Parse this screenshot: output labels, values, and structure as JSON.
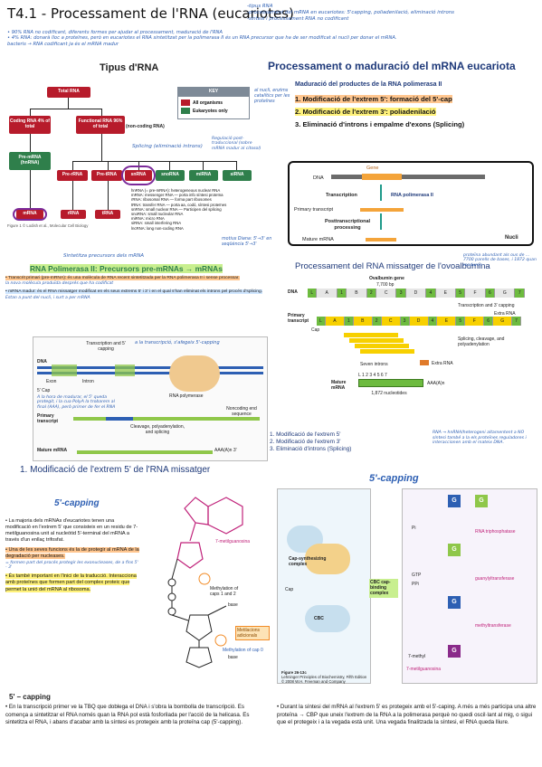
{
  "header": {
    "title": "T4.1 - Processament de l'RNA (eucariotes)",
    "notes": [
      "-tipus RNA",
      "-processament del mRNA en eucariotes: 5'capping, poliadenilació, eliminació introns",
      "-síntesi i processament RNA no codificant"
    ],
    "intro1": "• 90% RNA no codificant, diferents formes per ajudar al processament, maduració de l'RNA",
    "intro2": "• 4% RNA: donarà lloc a proteïnes, però en eucariotes el RNA sintetitzat per la polimerasa II és un RNA precursor que ha de ser modificat al nucli per donar el mRNA.",
    "intro3": "bacteris → RNA codificant ja és el mRNA madur"
  },
  "tipus": {
    "heading": "Tipus d'RNA",
    "total": "Total RNA",
    "coding": "Coding RNA 4% of total",
    "functional": "Functional RNA 96% of total",
    "noncoding": "(non-coding RNA)",
    "premrna": "Pre-mRNA (hnRNA)",
    "mrna": "mRNA",
    "prerrna": "Pre-rRNA",
    "pretrna": "Pre-tRNA",
    "snrna": "snRNA",
    "snorna": "snoRNA",
    "mirna": "miRNA",
    "sirna": "siRNA",
    "rrna": "rRNA",
    "trna": "tRNA",
    "key_title": "KEY",
    "key_all": "All organisms",
    "key_euk": "Eukaryotes only",
    "note_splicing": "Splicing (eliminació introns)",
    "note_regulacio": "Regulació post-traduccional (sobre mRNA madur al citosol)",
    "note_nucli": "al nucli, enzims catalítics per les proteïnes",
    "figure_caption": "Figure 1 © Lodish et al., Molecular Cell Biology",
    "glossary": [
      "hnRNA (= pre-mRNA): heterogeneous nuclear RNA",
      "mRNA: messenger RNA — porta info síntesi proteïna",
      "rRNA: ribosomal RNA — forma part ribosomes",
      "tRNA: transfer RNA — porta aa, codó, síntesi proteïnes",
      "snRNA: small nuclear RNA — Participen del splicing",
      "snoRNA: small nucleolar RNA",
      "miRNA: micro RNA",
      "siRNA: small interfering RNA",
      "lncRNA: long non-coding RNA"
    ],
    "note_motius": "motius Diana: 5'→3' en seqüència 5'→3'"
  },
  "processament": {
    "heading": "Processament o maduració del mRNA eucariota",
    "sub": "Maduració del productes de la RNA polimerasa II",
    "step1": "1. Modificació de l'extrem 5': formació del 5'-cap",
    "step2": "2. Modificació de l'extrem 3': poliadenilació",
    "step3": "3. Eliminació d'introns i empalme d'exons (Splicing)",
    "diagram_dna": "DNA",
    "diagram_gene": "Gene",
    "diagram_transcription": "Transcription",
    "diagram_pol": "RNA polimerasa II",
    "diagram_primary": "Primary transcript",
    "diagram_post": "Posttranscriptional processing",
    "diagram_mature": "Mature mRNA",
    "diagram_nuclei": "Nucli"
  },
  "polII": {
    "note": "Sintetitza precursors dels mRNA",
    "heading": "RNA Polimerasa II: Precursors pre-mRNAs → mRNAs",
    "b1": "• Transcrit primari (pre-mRNA): és una molècula de RNA recent sintetitzada per la RNA polimerasa II i sense processar.",
    "b1_hand": "la nova molècula produïda després que ha codificat",
    "b2": "• mRNA madur: és el RNA missatger modificat en els seus extrems 5' i 3' i en el qual s'han eliminat els introns pel procés d'splicing.",
    "b2_hand": "Estan a punt del nucli, i surt a per mRNA",
    "labels": {
      "transcription": "Transcription and 5' capping",
      "dna": "DNA",
      "exon": "Exon",
      "intron": "Intron",
      "cap": "5' Cap",
      "polymerase": "RNA polymerase",
      "primary": "Primary transcript",
      "noncoding": "Noncoding end sequence",
      "cleavage": "Cleavage, polyadenylation, and splicing",
      "mature": "Mature mRNA",
      "aaa": "AAA(A)n 3'",
      "hand_capping": "a la transcripció, s'afegeix 5'-capping",
      "hand_madurar": "A la hora de madurar, el 5' queda protegit, i la cua PolyA la trobarem al final (AAA), però primer de fer el RNA"
    }
  },
  "ovalbumina": {
    "heading": "Processament del RNA missatger de l'ovoalbumina",
    "hand_protein": "proteïna abundant als ous de ... 7700 parells de bases, i 1872 quan maduren",
    "gene_label": "Ovalbumin gene",
    "gene_bp": "7,700 bp",
    "dna": "DNA",
    "primary": "Primary transcript",
    "cap": "Cap",
    "extra_rna": "Extra RNA",
    "tc_label": "Transcription and 3' capping",
    "splice_label": "Splicing, cleavage, and polyadenylation",
    "seven_introns": "Seven introns",
    "mature": "Mature mRNA",
    "nt": "1,872 nucleotides",
    "aaa": "AAA(A)n",
    "exons": [
      "L",
      "1",
      "2",
      "3",
      "4",
      "5",
      "6",
      "7"
    ],
    "introns": [
      "A",
      "B",
      "C",
      "D",
      "E",
      "F",
      "G"
    ],
    "steps": [
      "1. Modificació de l'extrem 5'",
      "2. Modificació de l'extrem 3'",
      "3. Eliminació d'introns (Splicing)"
    ],
    "hand_note": "RNA → hnRNA/heterogeni altamentent a NO síntesi també a la els proteïnes reguladores i interaccionen amb el mateix DNA."
  },
  "extrem5": {
    "heading": "1. Modificació de l'extrem 5' de l'RNA missatger",
    "capping_title": "5'-capping",
    "capping_title2": "5'-capping",
    "b1": "• La majoria dels mRNAs d'eucariotes tenen una modificació en l'extrem 5' que consisteix en un residu de 7-metilguanosina unit al nucleòtid 5'-terminal del mRNA a través d'un enllaç trifosfat.",
    "b2": "• Una de les seves funcions és la de protegir al mRNA de la degradació per nucleases.",
    "b2_hand": "= formen part del procés protegir les exonucleases, de a fins 5' - 3'",
    "b3": "• És també important en l'inici de la traducció. Interacciona amb proteïnes que formen part del complex proteic que permet la unió del mRNA al ribosoma.",
    "chem_labels": {
      "methylguanosine": "7-metilguanosina",
      "base": "base",
      "methylation": "Methylation of caps 1 and 2",
      "methylated_cap": "Metilacions adicionals",
      "m7": "Methylation of cap 0"
    },
    "fig_labels": {
      "cap_synth": "Cap-synthesizing complex",
      "cap": "Cap",
      "cbc": "CBC",
      "cbc_complex": "CBC cap-binding complex",
      "fig_caption": "Figure 26-13c",
      "fig_book": "Lehninger Principles of Biochemistry, Fifth Edition",
      "fig_copy": "© 2008 W.H. Freeman and Company"
    },
    "right_labels": {
      "rna_triphosphatase": "RNA triphosphatase",
      "guanylyltransferase": "guanylyltransferase",
      "methyltransferase": "methyltransferase",
      "methyl": "7-methyl",
      "methylguanosine": "7-metilguanosina",
      "pi": "Pi",
      "ppi": "PPi",
      "gtp": "GTP"
    }
  },
  "bottom": {
    "heading": "5' – capping",
    "left": "• En la transcripció primer ve la TBQ que doblega el DNA i s'obra la bombolla de transcripció. Es comença a sintetitzar el RNA només quan la RNA pol està fosforilada per l'acció de la helicasa. Es sintetitza el RNA, i abans d'acabar amb la síntesi es protegeix amb la proteïna cap (5'-capping).",
    "right": "• Durant la síntesi del mRNA al l'extrem 5' es protegeix amb el 5'-caping. A més a més participa una altre proteïna → CBP que uneix l'extrem de la RNA a la polimerasa perquè no quedi oscil·lant al mig, o sigui que el protegeix i a la vegada està unit. Una vegada finalitzada la síntesi, el RNA queda lliure."
  },
  "colors": {
    "red": "#b71b2b",
    "green": "#2f7f4b",
    "navy": "#1f3a7a",
    "orange": "#f28c28",
    "purple": "#7b2a9a",
    "blue": "#2d5fb3"
  }
}
